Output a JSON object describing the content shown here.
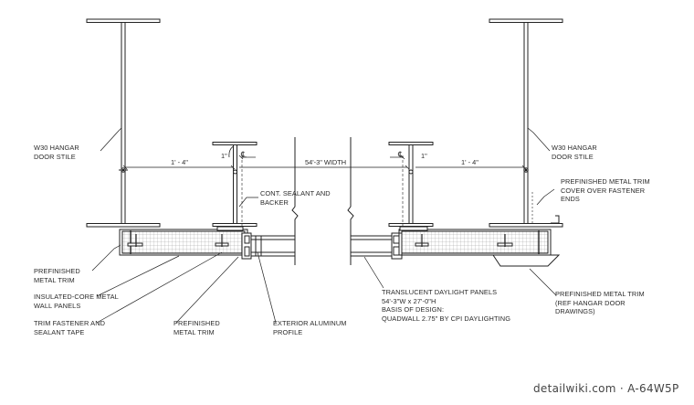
{
  "labels": {
    "w30_left": [
      "W30 HANGAR",
      "DOOR STILE"
    ],
    "w30_right": [
      "W30 HANGAR",
      "DOOR STILE"
    ],
    "sealant": [
      "CONT. SEALANT AND",
      "BACKER"
    ],
    "trim_cover": [
      "PREFINISHED METAL TRIM",
      "COVER OVER FASTENER",
      "ENDS"
    ],
    "prefin_trim_left": [
      "PREFINISHED",
      "METAL TRIM"
    ],
    "insulated": [
      "INSULATED-CORE METAL",
      "WALL PANELS"
    ],
    "trim_fastener": [
      "TRIM FASTENER AND",
      "SEALANT TAPE"
    ],
    "prefin_trim_mid": [
      "PREFINISHED",
      "METAL TRIM"
    ],
    "ext_alum": [
      "EXTERIOR ALUMINUM",
      "PROFILE"
    ],
    "translucent": [
      "TRANSLUCENT DAYLIGHT PANELS",
      "54'-3\"W x 27'-0\"H",
      "BASIS OF DESIGN:",
      "QUADWALL 2.75\" BY CPI DAYLIGHTING"
    ],
    "prefin_trim_right": [
      "PREFINISHED METAL TRIM",
      "(REF HANGAR DOOR",
      "DRAWINGS)"
    ]
  },
  "dimensions": {
    "left_offset": "1' - 4\"",
    "right_offset": "1' - 4\"",
    "left_small": "1\"",
    "right_small": "1\"",
    "width": "54'-3\" WIDTH",
    "cl_symbol": "℄"
  },
  "watermark": "detailwiki.com · A-64W5P"
}
